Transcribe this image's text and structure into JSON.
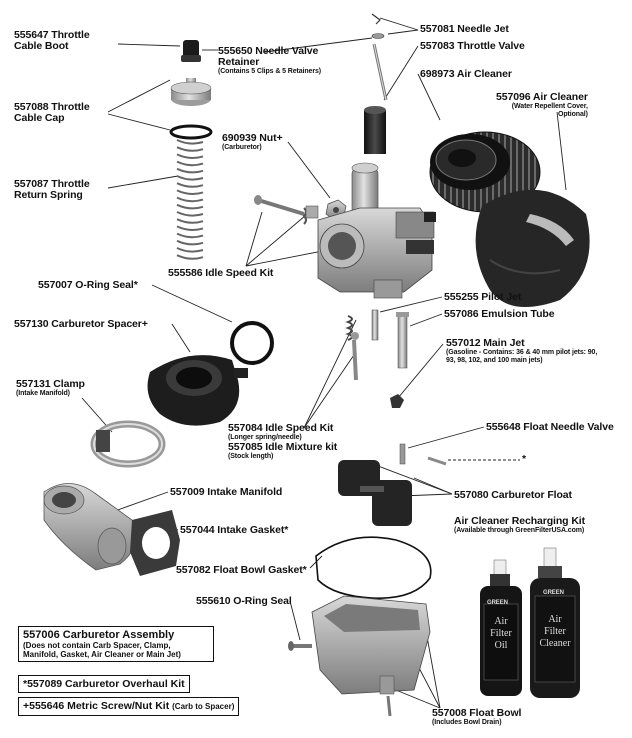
{
  "parts": {
    "throttle_cable_boot": {
      "number": "555647",
      "name": "Throttle",
      "name2": "Cable Boot"
    },
    "throttle_cable_cap": {
      "number": "557088",
      "name": "Throttle",
      "name2": "Cable Cap"
    },
    "throttle_return_spring": {
      "number": "557087",
      "name": "Throttle",
      "name2": "Return Spring"
    },
    "needle_valve_retainer": {
      "number": "555650",
      "name": "Needle Valve",
      "name2": "Retainer",
      "note": "(Contains 5 Clips & 5 Retainers)"
    },
    "needle_jet": {
      "number": "557081",
      "name": "Needle Jet"
    },
    "throttle_valve": {
      "number": "557083",
      "name": "Throttle Valve"
    },
    "air_cleaner": {
      "number": "698973",
      "name": "Air Cleaner"
    },
    "air_cleaner_cover": {
      "number": "557096",
      "name": "Air Cleaner",
      "note": "(Water Repellent Cover,",
      "note2": "Optional)"
    },
    "nut": {
      "number": "690939",
      "name": "Nut+",
      "note": "(Carburetor)"
    },
    "idle_speed_kit_top": {
      "number": "555586",
      "name": "Idle Speed Kit"
    },
    "o_ring_seal_top": {
      "number": "557007",
      "name": "O-Ring Seal*"
    },
    "carb_spacer": {
      "number": "557130",
      "name": "Carburetor Spacer+"
    },
    "pilot_jet": {
      "number": "555255",
      "name": "Pilot Jet"
    },
    "emulsion_tube": {
      "number": "557086",
      "name": "Emulsion Tube"
    },
    "main_jet": {
      "number": "557012",
      "name": "Main Jet",
      "note": "(Gasoline - Contains: 36 & 40 mm pilot jets: 90,",
      "note2": "93, 98, 102, and 100 main jets)"
    },
    "clamp": {
      "number": "557131",
      "name": "Clamp",
      "note": "(Intake Manifold)"
    },
    "idle_speed_kit": {
      "number": "557084",
      "name": "Idle Speed Kit",
      "note": "(Longer spring/needle)"
    },
    "idle_mixture_kit": {
      "number": "557085",
      "name": "Idle Mixture kit",
      "note": "(Stock length)"
    },
    "float_needle_valve": {
      "number": "555648",
      "name": "Float Needle Valve"
    },
    "asterisk": "*",
    "intake_manifold": {
      "number": "557009",
      "name": "Intake Manifold"
    },
    "carb_float": {
      "number": "557080",
      "name": "Carburetor Float"
    },
    "intake_gasket": {
      "number": "557044",
      "name": "Intake Gasket*"
    },
    "recharging_kit": {
      "title": "Air Cleaner Recharging Kit",
      "note": "(Available through GreenFilterUSA.com)"
    },
    "float_bowl_gasket": {
      "number": "557082",
      "name": "Float Bowl Gasket*"
    },
    "o_ring_seal_bottom": {
      "number": "555610",
      "name": "O-Ring Seal"
    },
    "float_bowl": {
      "number": "557008",
      "name": "Float Bowl",
      "note": "(Includes Bowl Drain)"
    }
  },
  "boxes": {
    "carb_assembly": {
      "line1": "557006 Carburetor Assembly",
      "line2": "(Does not contain Carb Spacer, Clamp,",
      "line3": "Manifold, Gasket, Air Cleaner or Main Jet)"
    },
    "overhaul_kit": {
      "text": "*557089 Carburetor Overhaul Kit"
    },
    "screw_nut_kit": {
      "text": "+555646 Metric Screw/Nut Kit",
      "note": "(Carb to Spacer)"
    }
  },
  "bottles": {
    "brand": "GREEN",
    "oil_label": [
      "Air",
      "Filter",
      "Oil"
    ],
    "cleaner_label": [
      "Air",
      "Filter",
      "Cleaner"
    ]
  },
  "colors": {
    "ink": "#111111",
    "metal": "#b9b9b9",
    "rubber": "#1e1e1e"
  }
}
